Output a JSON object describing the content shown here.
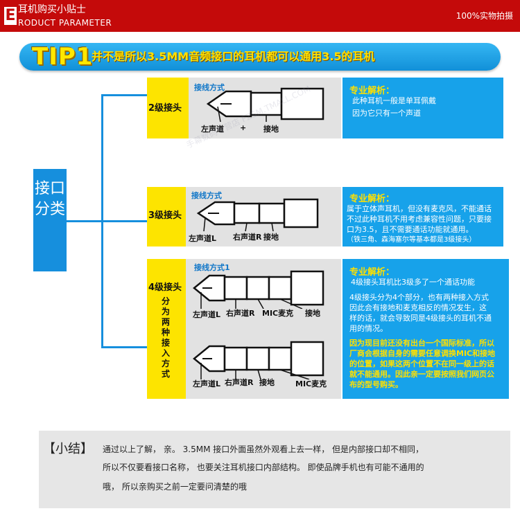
{
  "header": {
    "logo_letter": "E",
    "title": "耳机购买小贴士",
    "subtitle": "RODUCT PARAMETER",
    "right_text": "100%实物拍摄"
  },
  "tip": {
    "label": "TIP1",
    "text": "并不是所以3.5MM音频接口的耳机都可以通用3.5的耳机"
  },
  "classification": {
    "label": "接口分类"
  },
  "panels": [
    {
      "level": "2级接头",
      "wiring": "接线方式",
      "pins": [
        "左声道",
        "+",
        "接地"
      ],
      "analysis_title": "专业解析：",
      "analysis": [
        "此种耳机一般是单耳佩戴",
        "因为它只有一个声道"
      ]
    },
    {
      "level": "3级接头",
      "wiring": "接线方式",
      "pins": [
        "左声道L",
        "右声道R",
        "接地"
      ],
      "analysis_title": "专业解析：",
      "analysis": [
        "属于立体声耳机，但没有麦克风，不能通话",
        "不过此种耳机不用考虑兼容性问题，只要接",
        "口为3.5，且不需要通话功能就通用。",
        "（铁三角、森海塞尔等基本都是3级接头）"
      ]
    },
    {
      "level": "4级接头",
      "note": "分为两种接入方式",
      "wiring": "接线方式1",
      "pins1": [
        "左声道L",
        "右声道R",
        "MIC麦克",
        "接地"
      ],
      "pins2": [
        "左声道L",
        "右声道R",
        "接地",
        "MIC麦克"
      ],
      "analysis_title": "专业解析：",
      "analysis1": [
        "4级接头耳机比3级多了一个通话功能"
      ],
      "analysis2": [
        "4级接头分为4个部分，也有两种接入方式",
        "因此会有接地和麦克相反的情况发生，这",
        "样的话，就会导致同是4级接头的耳机不通",
        "用的情况。"
      ],
      "analysis_yellow": [
        "因为现目前还没有出台一个国际标准，所以",
        "厂商会根据自身的需要任意调换MIC和接地",
        "的位置，如果这两个位置不在同一级上的话",
        "就不能通用。因此亲一定要按照我们网页公",
        "布的型号购买。"
      ]
    }
  ],
  "summary": {
    "label": "【小结】",
    "lines": [
      "通过以上了解， 亲。 3.5MM 接口外面虽然外观看上去一样， 但是内部接口却不相同，",
      "所以不仅要看接口名称， 也要关注耳机接口内部结构。 即使品牌手机也有可能不通用的",
      "哦， 所以亲购买之前一定要问清楚的哦"
    ]
  },
  "watermark": "手幕数码专营店 FZSM.TMALL.COM",
  "colors": {
    "header_red": "#c40a0a",
    "accent_blue": "#168fdd",
    "accent_yellow": "#fde400"
  }
}
